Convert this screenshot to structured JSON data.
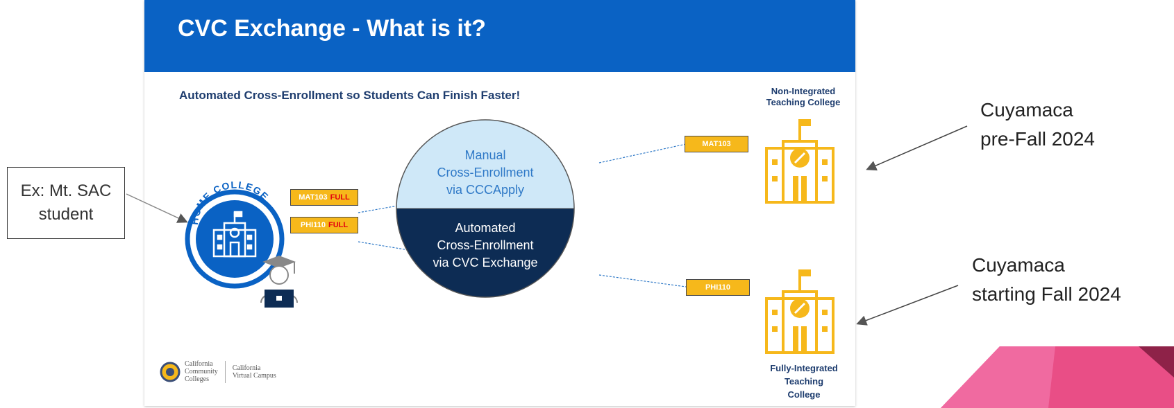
{
  "slide": {
    "title": "CVC Exchange - What is it?",
    "tagline": "Automated Cross-Enrollment so Students Can Finish Faster!",
    "home_college_label": "HOME COLLEGE",
    "courses": {
      "home_top": {
        "code": "MAT103",
        "status": "FULL"
      },
      "home_bottom": {
        "code": "PHI110",
        "status": "FULL"
      },
      "target_top": {
        "code": "MAT103"
      },
      "target_bottom": {
        "code": "PHI110"
      }
    },
    "circle_top": [
      "Manual",
      "Cross-Enrollment",
      "via CCCApply"
    ],
    "circle_bottom": [
      "Automated",
      "Cross-Enrollment",
      "via CVC Exchange"
    ],
    "non_integrated": [
      "Non-Integrated",
      "Teaching College"
    ],
    "fully_integrated": [
      "Fully-Integrated",
      "Teaching",
      "College"
    ],
    "footer": {
      "org1": [
        "California",
        "Community",
        "Colleges"
      ],
      "org2": [
        "California",
        "Virtual Campus"
      ]
    }
  },
  "callout": {
    "lines": [
      "Ex: Mt. SAC",
      "student"
    ]
  },
  "notes": {
    "top": [
      "Cuyamaca",
      "pre-Fall 2024"
    ],
    "bottom": [
      "Cuyamaca",
      "starting Fall 2024"
    ]
  },
  "colors": {
    "banner": "#0a62c4",
    "navy": "#0d2c54",
    "light_blue": "#cfe8f8",
    "gold": "#f6b81b",
    "pink": "#e94e86"
  },
  "icons": [
    "school-building-icon",
    "graduate-student-icon",
    "college-building-icon"
  ]
}
